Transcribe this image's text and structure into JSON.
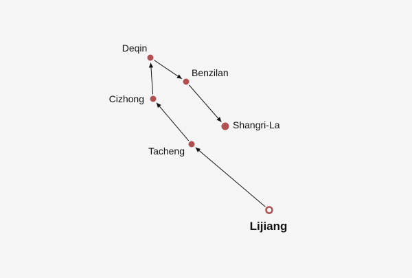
{
  "diagram": {
    "type": "route-map",
    "background": "#f5f5f5",
    "node_color": "#b05050",
    "edge_color": "#111111",
    "nodes": [
      {
        "id": "lijiang",
        "label": "Lijiang",
        "style": "origin"
      },
      {
        "id": "tacheng",
        "label": "Tacheng",
        "style": "stop"
      },
      {
        "id": "cizhong",
        "label": "Cizhong",
        "style": "stop"
      },
      {
        "id": "deqin",
        "label": "Deqin",
        "style": "stop"
      },
      {
        "id": "benzilan",
        "label": "Benzilan",
        "style": "stop"
      },
      {
        "id": "shangri-la",
        "label": "Shangri-La",
        "style": "destination"
      }
    ],
    "edges": [
      {
        "from": "lijiang",
        "to": "tacheng"
      },
      {
        "from": "tacheng",
        "to": "cizhong"
      },
      {
        "from": "cizhong",
        "to": "deqin"
      },
      {
        "from": "deqin",
        "to": "benzilan"
      },
      {
        "from": "benzilan",
        "to": "shangri-la"
      }
    ]
  }
}
